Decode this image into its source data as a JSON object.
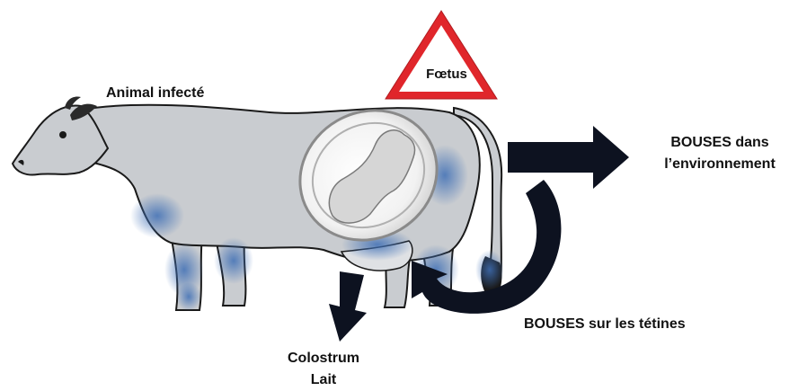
{
  "labels": {
    "infected_animal": "Animal infecté",
    "fetus": "Fœtus",
    "dung_environment_line1": "BOUSES dans",
    "dung_environment_line2": "l’environnement",
    "dung_teats": "BOUSES sur les tétines",
    "colostrum": "Colostrum",
    "milk": "Lait"
  },
  "colors": {
    "cow_body": "#c9ccd0",
    "cow_outline": "#1a1a1a",
    "infection_blue": "#4a78b8",
    "arrow": "#0d1220",
    "warning_border": "#e0262b",
    "warning_fill": "#ffffff"
  },
  "icons": {
    "warning_sign": "warning-triangle-icon"
  }
}
